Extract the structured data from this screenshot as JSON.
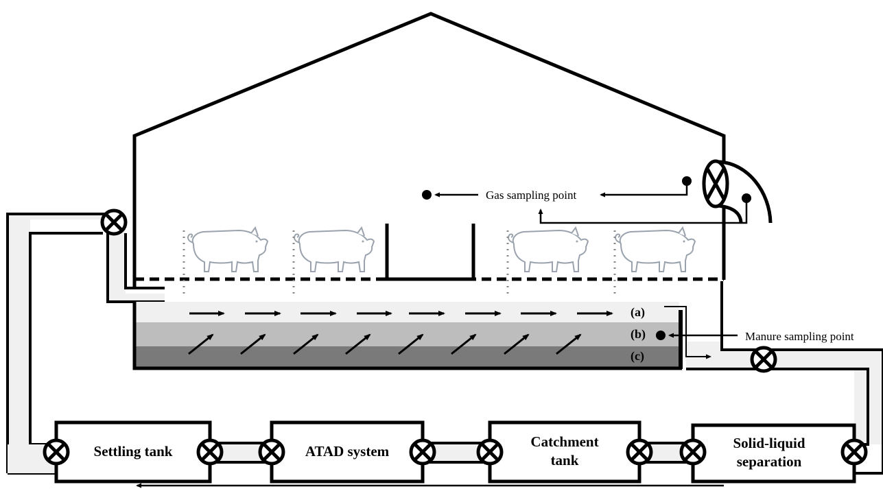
{
  "labels": {
    "gas_sampling_point": "Gas sampling point",
    "manure_sampling_point": "Manure sampling point",
    "layer_a": "(a)",
    "layer_b": "(b)",
    "layer_c": "(c)"
  },
  "units": {
    "settling_tank": "Settling tank",
    "atad_system": "ATAD system",
    "catchment_tank_line1": "Catchment",
    "catchment_tank_line2": "tank",
    "solid_liquid_line1": "Solid-liquid",
    "solid_liquid_line2": "separation"
  },
  "colors": {
    "line": "#000000",
    "pipe_fill": "#f0f0f0",
    "layer_a": "#f0f0f0",
    "layer_b": "#bdbdbd",
    "layer_c": "#7a7a7a",
    "pig_outline": "#9aa3ad",
    "drip": "#888888"
  },
  "icons": [
    "valve-icon",
    "pig-icon",
    "exhaust-fan-icon",
    "sampling-dot-icon"
  ]
}
